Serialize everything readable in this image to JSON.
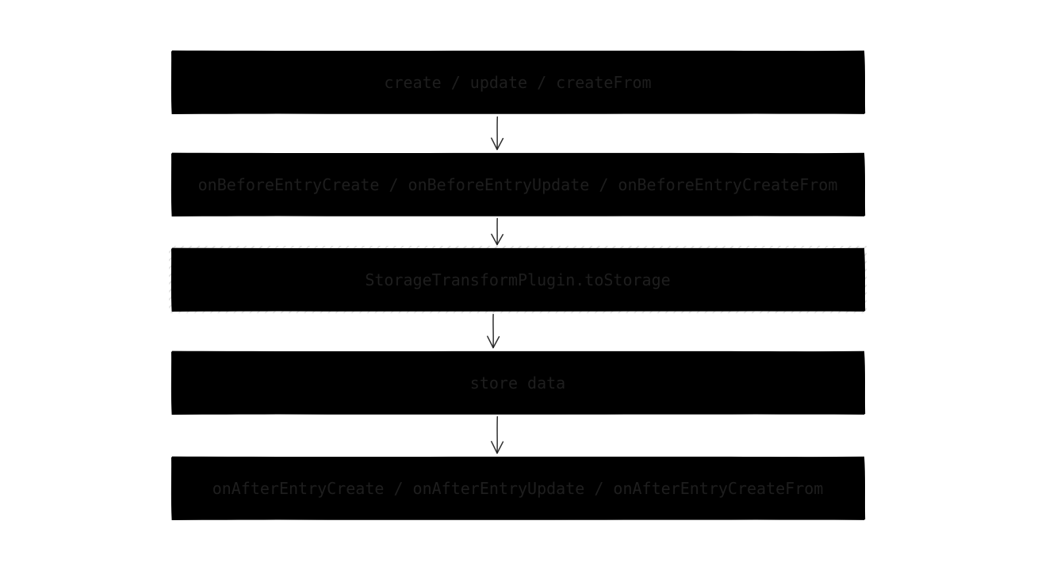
{
  "diagram": {
    "nodes": [
      {
        "id": "create-update-createfrom",
        "label": "create / update / createFrom",
        "fill": "solid-white"
      },
      {
        "id": "on-before-hooks",
        "label": "onBeforeEntryCreate / onBeforeEntryUpdate / onBeforeEntryCreateFrom",
        "fill": "solid-white"
      },
      {
        "id": "storage-transform-to-storage",
        "label": "StorageTransformPlugin.toStorage",
        "fill": "hachure"
      },
      {
        "id": "store-data",
        "label": "store data",
        "fill": "solid-white"
      },
      {
        "id": "on-after-hooks",
        "label": "onAfterEntryCreate / onAfterEntryUpdate / onAfterEntryCreateFrom",
        "fill": "solid-white"
      }
    ],
    "edges": [
      {
        "from": "create-update-createfrom",
        "to": "on-before-hooks"
      },
      {
        "from": "on-before-hooks",
        "to": "storage-transform-to-storage"
      },
      {
        "from": "storage-transform-to-storage",
        "to": "store-data"
      },
      {
        "from": "store-data",
        "to": "on-after-hooks"
      }
    ],
    "colors": {
      "stroke": "#1e1e1e",
      "text": "#1e1e1e",
      "hachure_line": "#e3e3e3",
      "background": "#ffffff"
    }
  }
}
